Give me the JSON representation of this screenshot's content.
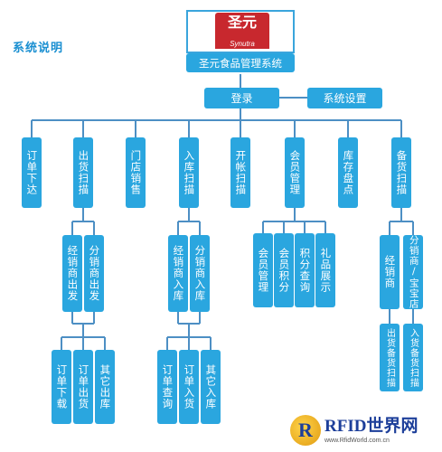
{
  "page": {
    "title": "系统说明",
    "logo_brand": "圣元",
    "logo_sub": "Synutra",
    "system_name": "圣元食品管理系统"
  },
  "nodes": {
    "login": "登录",
    "settings": "系统设置",
    "level1": [
      "订单下达",
      "出货扫描",
      "门店销售",
      "入库扫描",
      "开帐扫描",
      "会员管理",
      "库存盘点",
      "备货扫描"
    ],
    "ship_children": [
      "经销商出发",
      "分销商出发"
    ],
    "ship_leaves": [
      "订单下载",
      "订单出货",
      "其它出库"
    ],
    "in_children": [
      "经销商入库",
      "分销商入库"
    ],
    "in_leaves": [
      "订单查询",
      "订单入货",
      "其它入库"
    ],
    "member_children": [
      "会员管理",
      "会员积分",
      "积分查询",
      "礼品展示"
    ],
    "prep_children": [
      "经销商",
      "分销商/宝宝店"
    ],
    "prep_leaves": [
      "出货备货扫描",
      "入货备货扫描"
    ]
  },
  "watermark": {
    "name": "RFID世界网",
    "url": "www.RfidWorld.com.cn"
  },
  "colors": {
    "box": "#2aa6df",
    "line": "#4d8fc4",
    "title": "#1a8fd1",
    "logo": "#c8282e"
  }
}
